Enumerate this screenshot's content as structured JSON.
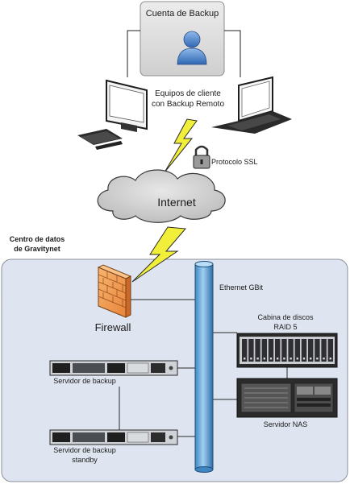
{
  "diagram": {
    "labels": {
      "backup_account": "Cuenta de Backup",
      "clients_line1": "Equipos de cliente",
      "clients_line2": "con Backup Remoto",
      "ssl_protocol": "Protocolo SSL",
      "internet": "Internet",
      "datacenter_line1": "Centro de datos",
      "datacenter_line2": "de Gravitynet",
      "firewall": "Firewall",
      "ethernet": "Ethernet GBit",
      "disk_cabinet_line1": "Cabina de discos",
      "disk_cabinet_line2": "RAID 5",
      "backup_server": "Servidor de backup",
      "nas_server": "Servidor NAS",
      "standby_line1": "Servidor de backup",
      "standby_line2": "standby"
    },
    "icons": {
      "user": "user-icon",
      "desktop": "desktop-computer-icon",
      "laptop": "laptop-icon",
      "lock": "padlock-icon",
      "cloud": "cloud-icon",
      "lightning": "lightning-bolt-icon",
      "firewall": "brick-wall-icon",
      "server": "rack-server-icon",
      "disk_array": "disk-array-icon",
      "nas": "nas-server-icon"
    },
    "colors": {
      "lightning": "#f2ef3a",
      "datacenter_bg": "#dfe5f0",
      "backbone": "#5ea3d6",
      "cloud": "#cfcfcf",
      "firewall": "#f0a15a"
    }
  }
}
